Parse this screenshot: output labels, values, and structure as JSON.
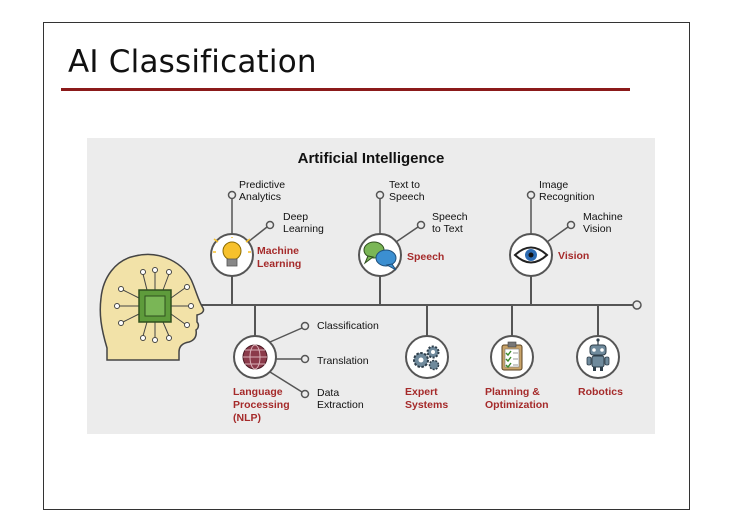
{
  "slide": {
    "title": "AI Classification"
  },
  "diagram": {
    "title": "Artificial Intelligence",
    "top_branches": [
      {
        "name": [
          "Machine",
          "Learning"
        ],
        "icon": "lightbulb-icon",
        "subs": [
          [
            "Predictive",
            "Analytics"
          ],
          [
            "Deep",
            "Learning"
          ]
        ]
      },
      {
        "name": [
          "Speech"
        ],
        "icon": "speech-bubbles-icon",
        "subs": [
          [
            "Text to",
            "Speech"
          ],
          [
            "Speech",
            "to Text"
          ]
        ]
      },
      {
        "name": [
          "Vision"
        ],
        "icon": "eye-icon",
        "subs": [
          [
            "Image",
            "Recognition"
          ],
          [
            "Machine",
            "Vision"
          ]
        ]
      }
    ],
    "bottom_branches": [
      {
        "name": [
          "Language",
          "Processing",
          "(NLP)"
        ],
        "icon": "globe-icon",
        "subs": [
          [
            "Classification"
          ],
          [
            "Translation"
          ],
          [
            "Data",
            "Extraction"
          ]
        ]
      },
      {
        "name": [
          "Expert",
          "Systems"
        ],
        "icon": "gears-icon",
        "subs": []
      },
      {
        "name": [
          "Planning &",
          "Optimization"
        ],
        "icon": "clipboard-checklist-icon",
        "subs": []
      },
      {
        "name": [
          "Robotics"
        ],
        "icon": "robot-icon",
        "subs": []
      }
    ],
    "colors": {
      "label_red": "#a52a2a",
      "line": "#555555",
      "head_fill": "#f2e2a8",
      "chip": "#5e9b3b",
      "title_rule": "#8b1a1a"
    }
  }
}
